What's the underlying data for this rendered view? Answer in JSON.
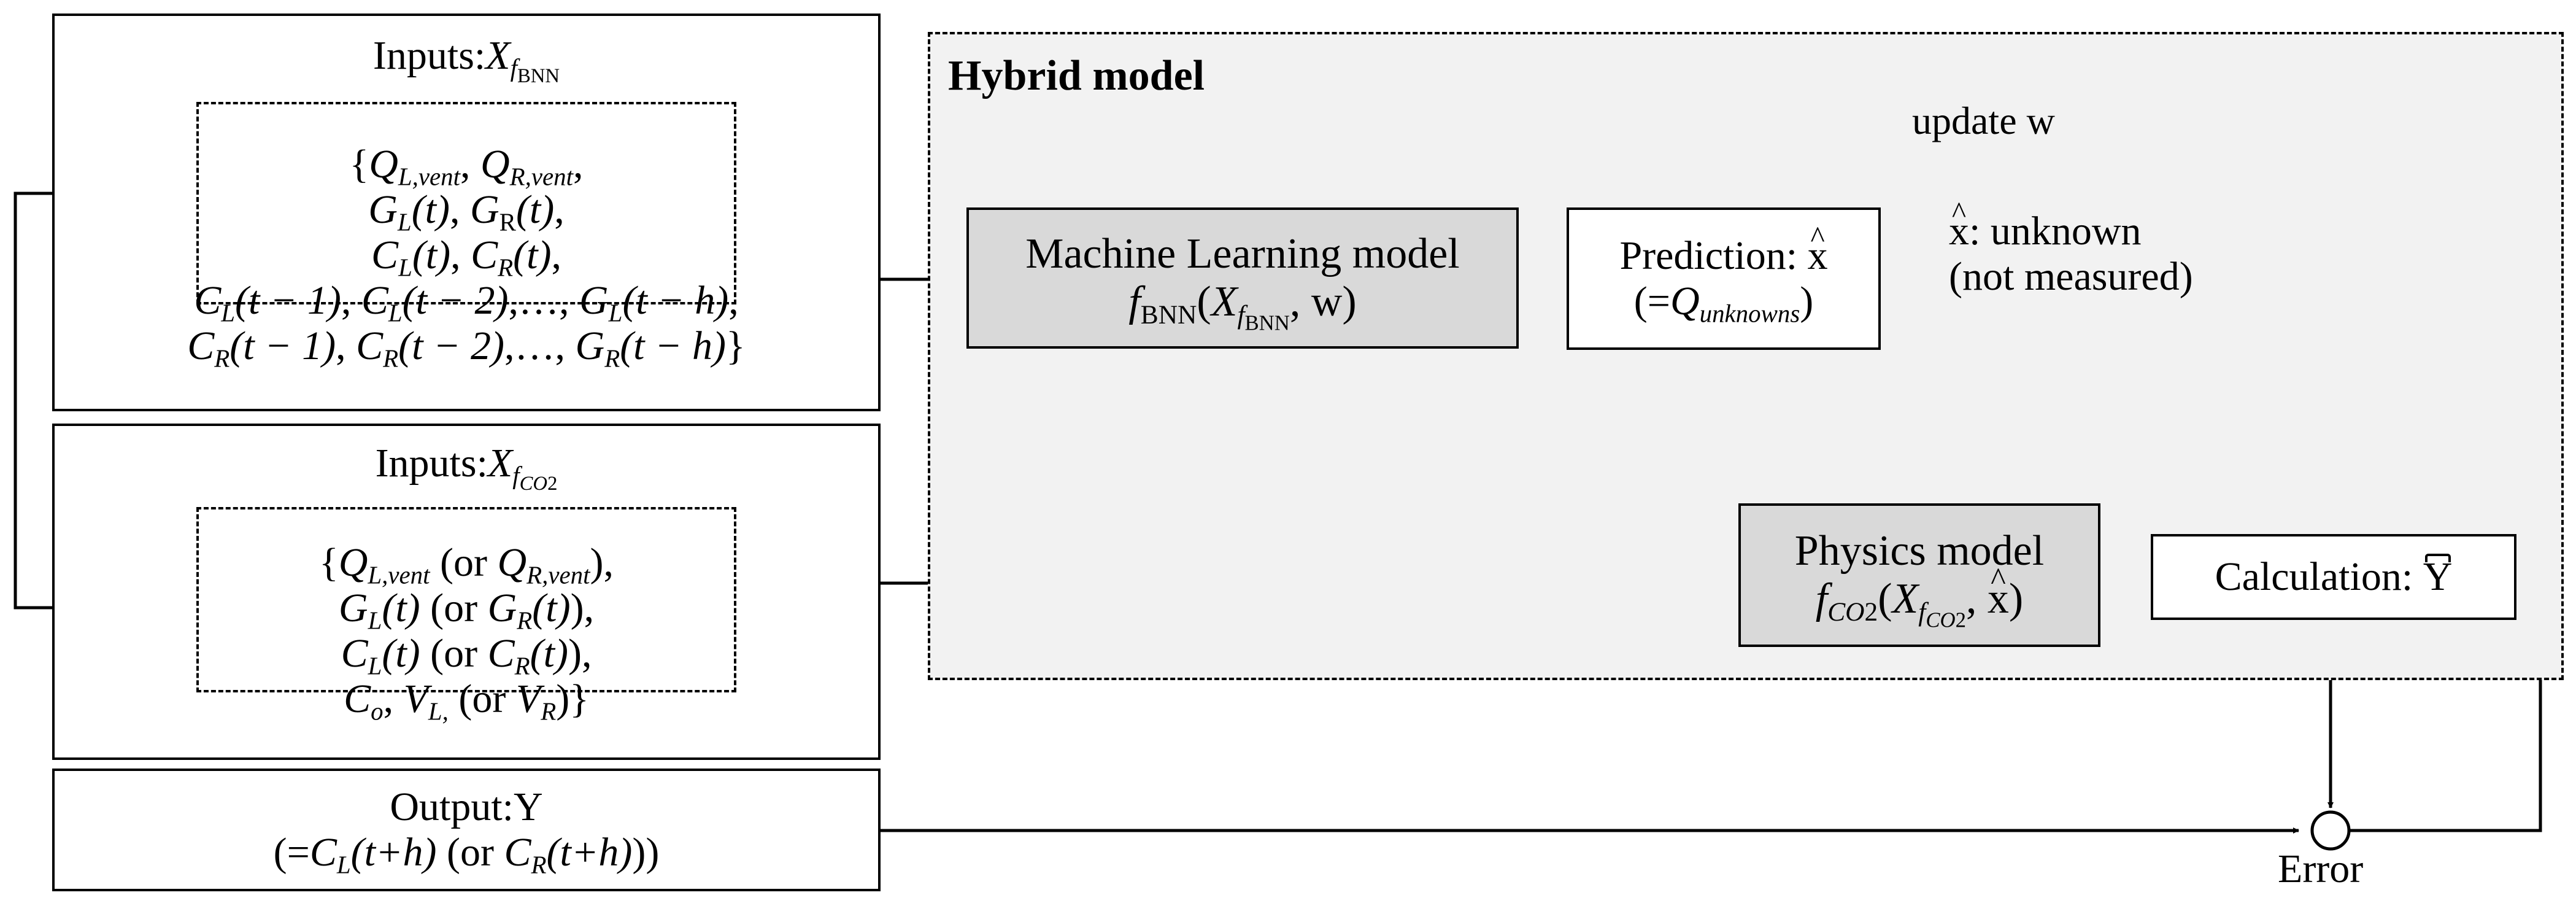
{
  "hybrid_title": "Hybrid model",
  "update_label": "update w",
  "inputs_bnn": {
    "label": "Inputs:",
    "sym_X": "X",
    "sym_f": "f",
    "sym_BNN": "BNN",
    "l1_open": "{",
    "Q": "Q",
    "sub_Lvent": "L,vent",
    "sub_Rvent": "R,vent",
    "comma": ",",
    "G": "G",
    "C": "C",
    "sub_L": "L",
    "sub_R": "R",
    "t_paren": "(t)",
    "t_minus_1": "(t − 1)",
    "t_minus_2": "(t − 2)",
    "t_minus_h": "(t − h)",
    "ellipsis": ",…, ",
    "close": "}"
  },
  "inputs_co2": {
    "label": "Inputs:",
    "sym_X": "X",
    "sym_f": "f",
    "sym_CO": "CO",
    "sym_2": "2",
    "open": "{",
    "or": "(or",
    "close_paren": ")",
    "close_paren2": "))",
    "C": "C",
    "G": "G",
    "Q": "Q",
    "V": "V",
    "sub_Lvent": "L,vent",
    "sub_Rvent": "R,vent",
    "sub_L": "L",
    "sub_R": "R",
    "sub_o": "o",
    "sub_L_comma": "L,",
    "t_paren": "(t)",
    "close": "}"
  },
  "output": {
    "label": "Output:Y",
    "open": "(=",
    "C": "C",
    "sub_L": "L",
    "sub_R": "R",
    "arg": "(t+h)",
    "or": "(or",
    "close": "))"
  },
  "ml_model": {
    "line1": "Machine Learning model",
    "f": "f",
    "BNN": "BNN",
    "X": "X",
    "w": "w"
  },
  "prediction": {
    "label": "Prediction: ",
    "x": "x",
    "Q": "Q",
    "sub_unknowns": "unknowns",
    "open": "(=",
    "close": ")"
  },
  "unknown_note": {
    "line1_x": "x",
    "line1_rest": ": unknown",
    "line2": "(not measured)"
  },
  "physics": {
    "line1": "Physics model",
    "f": "f",
    "CO": "CO",
    "two": "2",
    "X": "X",
    "x": "x"
  },
  "calculation": {
    "label": "Calculation: ",
    "Y": "Y"
  },
  "error_label": "Error"
}
